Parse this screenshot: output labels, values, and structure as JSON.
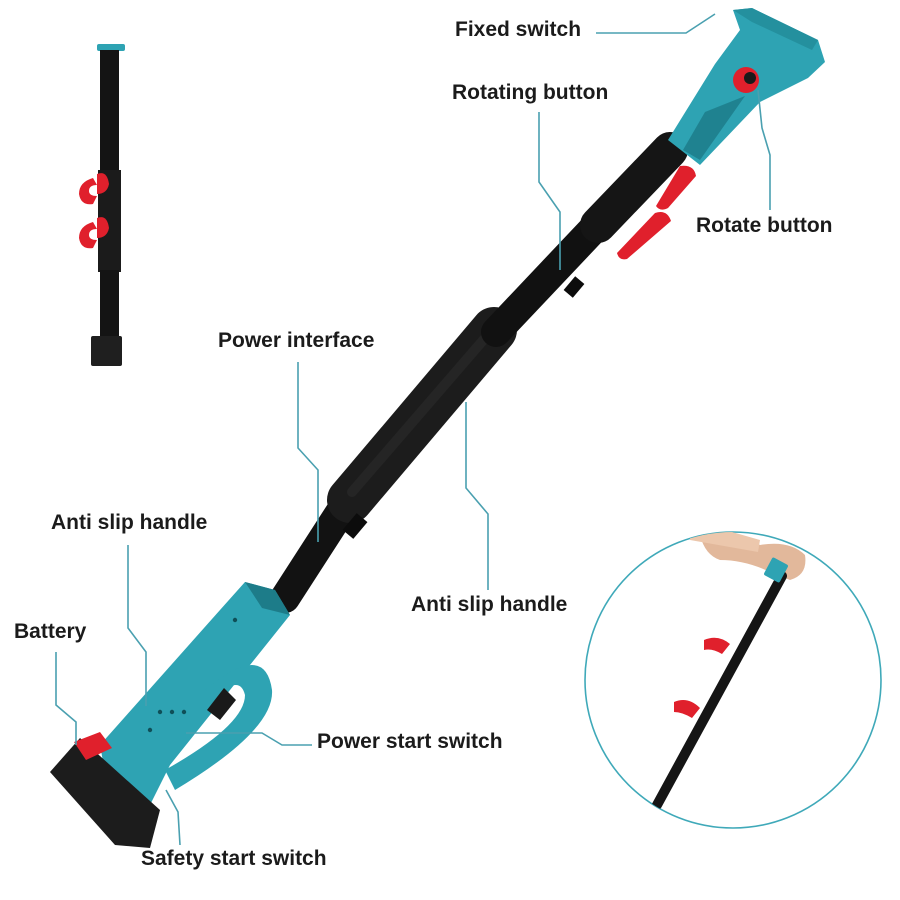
{
  "labels": {
    "fixed_switch": "Fixed switch",
    "rotating_button": "Rotating button",
    "rotate_button": "Rotate button",
    "power_interface": "Power interface",
    "anti_slip_handle_left": "Anti slip handle",
    "battery": "Battery",
    "anti_slip_handle_right": "Anti slip handle",
    "power_start_switch": "Power start switch",
    "safety_start_switch": "Safety start switch"
  },
  "colors": {
    "teal": "#2ea3b3",
    "teal_dark": "#1d7c89",
    "pole_black": "#1a1a1a",
    "clamp_red": "#e0202c",
    "leader_line": "#4aa0b0",
    "circle_outline": "#3fa9b9",
    "text": "#1b1b1b"
  }
}
